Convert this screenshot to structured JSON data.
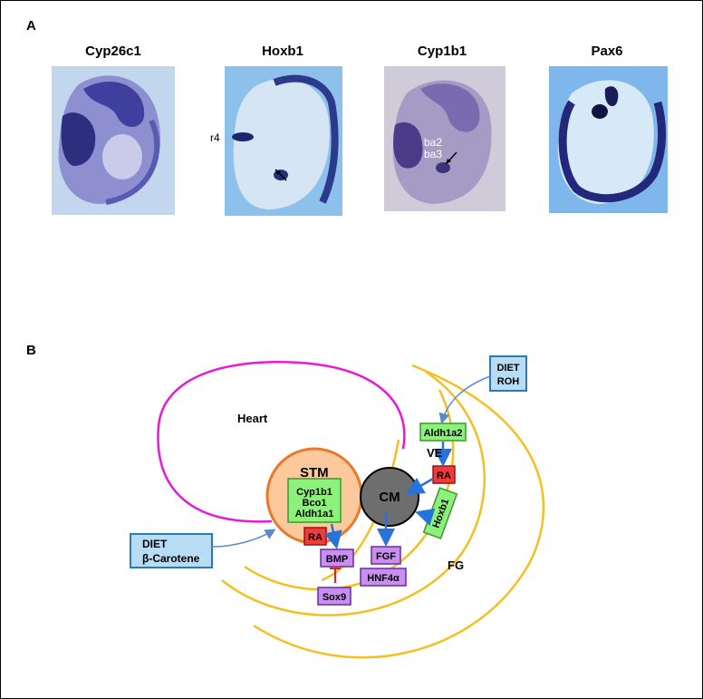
{
  "panel_a": {
    "letter": "A",
    "images": [
      {
        "title": "Cyp26c1",
        "bg": "#c2d6ee"
      },
      {
        "title": "Hoxb1",
        "bg": "#8ec0ec",
        "labels": [
          "r4"
        ]
      },
      {
        "title": "Cyp1b1",
        "bg": "#cfcbd9",
        "labels": [
          "ba2",
          "ba3"
        ]
      },
      {
        "title": "Pax6",
        "bg": "#7fb7ec"
      }
    ]
  },
  "panel_b": {
    "letter": "B",
    "heart": "Heart",
    "stm": "STM",
    "stm_genes": [
      "Cyp1b1",
      "Bco1",
      "Aldh1a1"
    ],
    "cm": "CM",
    "ve": "VE",
    "fg": "FG",
    "aldh1a2": "Aldh1a2",
    "hoxb1": "Hoxb1",
    "ra": "RA",
    "bmp": "BMP",
    "sox9": "Sox9",
    "fgf": "FGF",
    "hnf4a": "HNF4α",
    "diet_rol_line1": "DIET",
    "diet_rol_line2": "ROH",
    "diet_bc_line1": "DIET",
    "diet_bc_line2": "β-Carotene",
    "colors": {
      "heart": "#e619d6",
      "stm_fill": "#fbc99b",
      "stm_stroke": "#e8792a",
      "cm_fill": "#6e6e6e",
      "fg": "#f2c020",
      "green_box": "#8df07a",
      "ra_box": "#ef3b3b",
      "purple_box": "#c88ef0",
      "diet_box": "#b8dcf4",
      "arrow": "#2673d9",
      "inhibit": "#e02020"
    }
  }
}
